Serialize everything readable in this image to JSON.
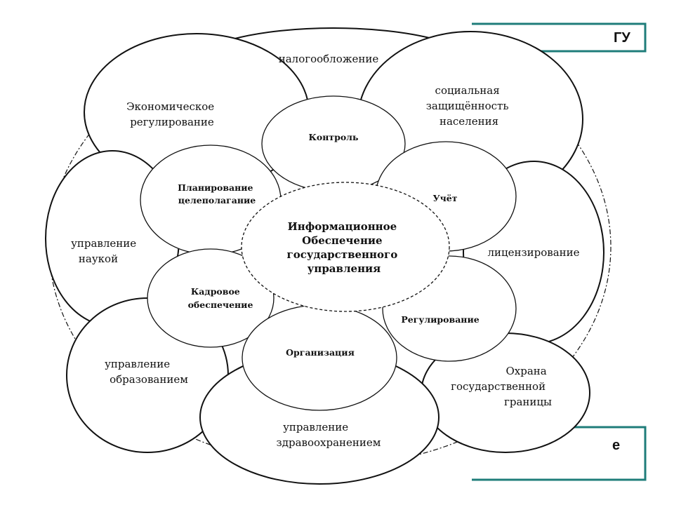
{
  "colors": {
    "frame": "#1f7d7a",
    "stroke": "#111111",
    "background": "#ffffff"
  },
  "corner_fragments": {
    "top_right": "ГУ",
    "bottom_right": "е"
  },
  "center": {
    "lines": [
      "Информационное",
      "Обеспечение",
      "государственного",
      "управления"
    ]
  },
  "inner": {
    "control": [
      "Контроль"
    ],
    "accounting": [
      "Учёт"
    ],
    "planning": [
      "Планирование",
      "целеполагание"
    ],
    "regulation": [
      "Регулирование"
    ],
    "personnel": [
      "Кадровое",
      "обеспечение"
    ],
    "organization": [
      "Организация"
    ]
  },
  "outer": {
    "taxation": [
      "налогообложение"
    ],
    "social": [
      "социальная",
      "защищённость",
      "населения"
    ],
    "economic": [
      "Экономическое",
      "регулирование"
    ],
    "licensing": [
      "лицензирование"
    ],
    "science": [
      "управление",
      "наукой"
    ],
    "education": [
      "управление",
      "образованием"
    ],
    "border": [
      "Охрана",
      "государственной",
      "границы"
    ],
    "health": [
      "управление",
      "здравоохранением"
    ]
  }
}
